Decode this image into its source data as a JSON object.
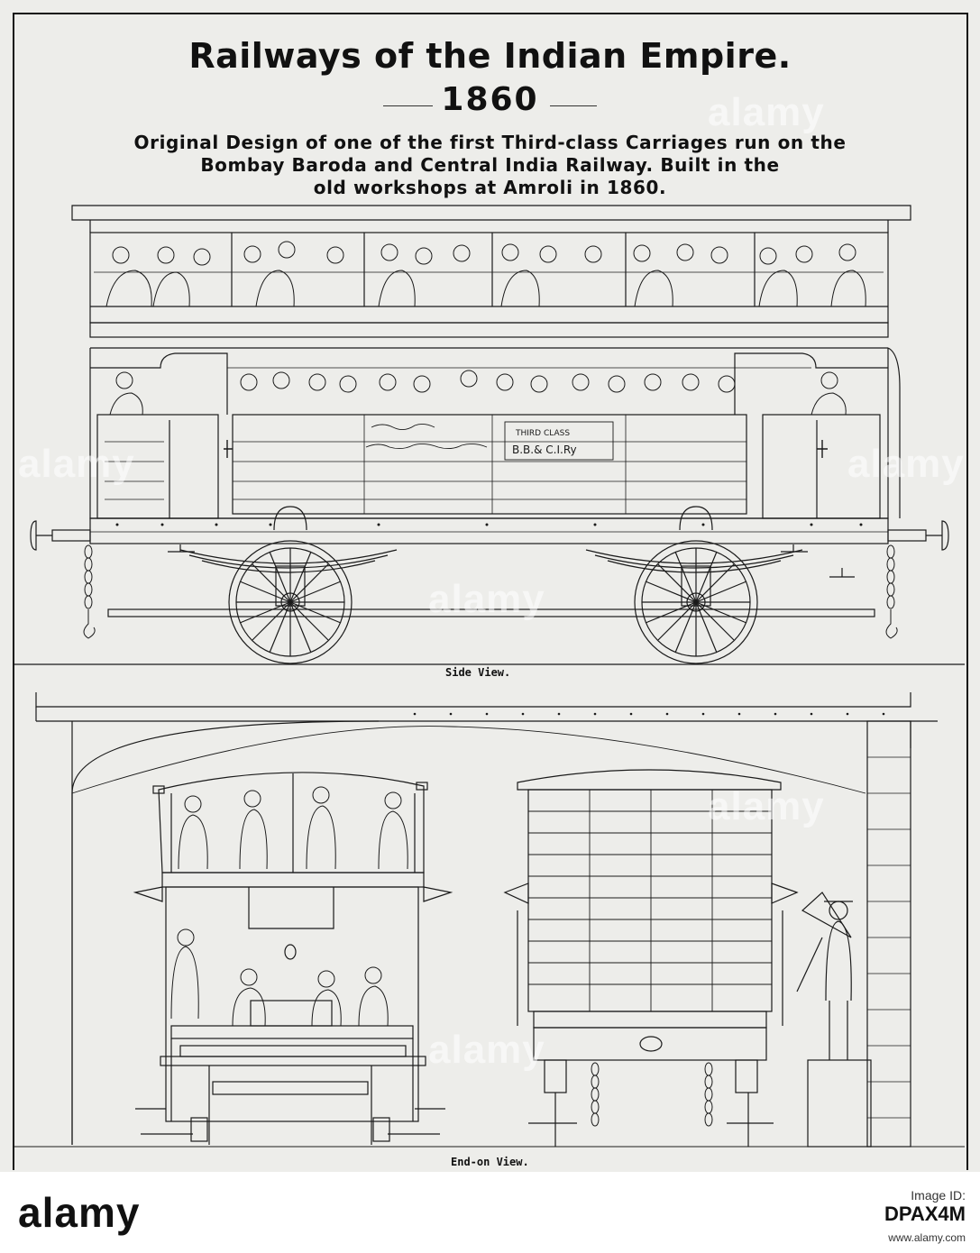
{
  "header": {
    "title": "Railways of the Indian Empire.",
    "year": "1860",
    "subtitle_lines": [
      "Original Design of one of the first Third-class Carriages run on the",
      "Bombay Baroda and Central India Railway.  Built in the",
      "old workshops at Amroli in 1860."
    ]
  },
  "side_view": {
    "caption": "Side View.",
    "panel_label": "THIRD CLASS",
    "company_mark": "B.B.& C.I.Ry"
  },
  "end_view": {
    "caption": "End-on View."
  },
  "watermark": {
    "text": "alamy"
  },
  "footer": {
    "logo": "alamy",
    "image_id_label": "Image ID:",
    "image_id": "DPAX4M",
    "url": "www.alamy.com"
  },
  "colors": {
    "paper": "#ededea",
    "ink": "#111111",
    "footer_bg": "#ffffff"
  }
}
